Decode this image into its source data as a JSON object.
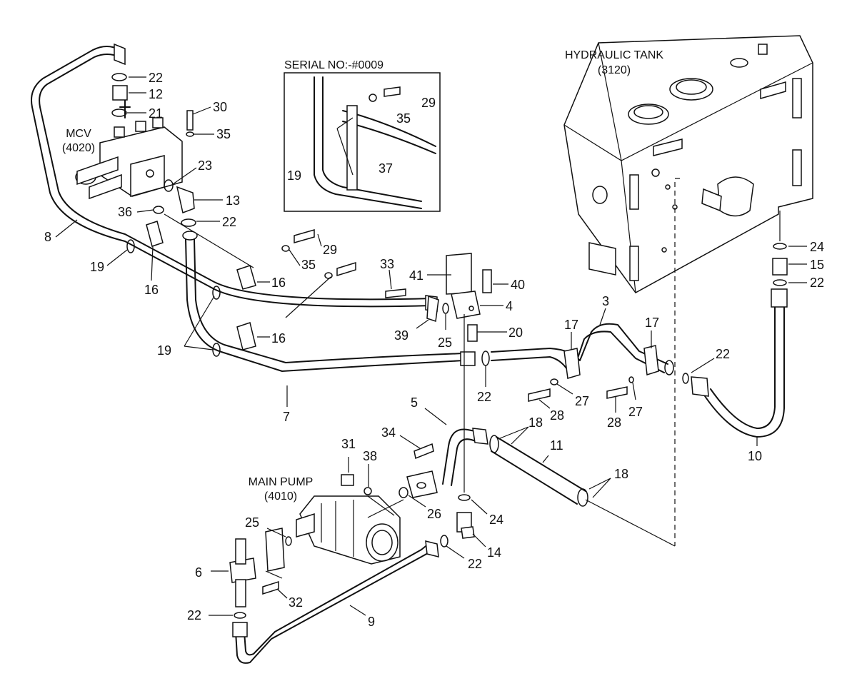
{
  "inset": {
    "title": "SERIAL NO:-#0009"
  },
  "assemblies": {
    "tank": {
      "name": "HYDRAULIC TANK",
      "code": "(3120)"
    },
    "mcv": {
      "name": "MCV",
      "code": "(4020)"
    },
    "pump": {
      "name": "MAIN PUMP",
      "code": "(4010)"
    }
  },
  "callouts": {
    "c22_top": "22",
    "c12": "12",
    "c21": "21",
    "c30": "30",
    "c35_mcv": "35",
    "c23": "23",
    "c13": "13",
    "c36": "36",
    "c22_mcv": "22",
    "c8": "8",
    "c19_left": "19",
    "c16_left": "16",
    "c29_mid": "29",
    "c35_mid": "35",
    "c16_mid1": "16",
    "c16_mid2": "16",
    "c19_mid": "19",
    "c7": "7",
    "c33": "33",
    "c41": "41",
    "c40": "40",
    "c4": "4",
    "c39": "39",
    "c25_mid": "25",
    "c20": "20",
    "c22_mid": "22",
    "c3": "3",
    "c17_left": "17",
    "c17_right": "17",
    "c27_left": "27",
    "c28_left": "28",
    "c28_right": "28",
    "c27_right": "27",
    "c24_tank": "24",
    "c15": "15",
    "c22_tank": "22",
    "c22_right": "22",
    "c10": "10",
    "c5": "5",
    "c18_top": "18",
    "c11": "11",
    "c18_bot": "18",
    "c34": "34",
    "c31": "31",
    "c38": "38",
    "c26": "26",
    "c24_low": "24",
    "c14": "14",
    "c25_pump": "25",
    "c6": "6",
    "c32": "32",
    "c22_low": "22",
    "c22_bot": "22",
    "c9": "9",
    "c29_inset": "29",
    "c35_inset": "35",
    "c37": "37",
    "c19_inset": "19"
  }
}
